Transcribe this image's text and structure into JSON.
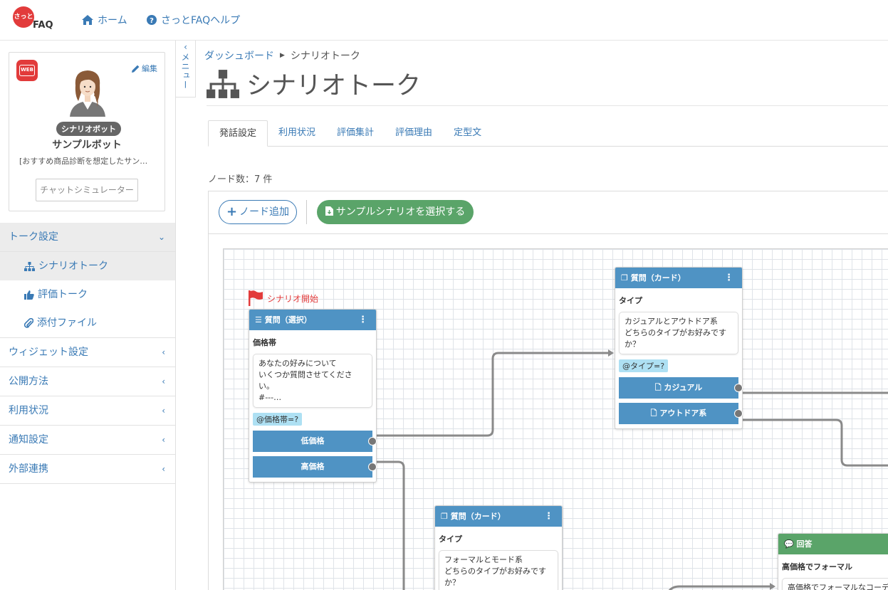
{
  "header": {
    "logo_char": "さっと",
    "logo_text": "FAQ",
    "nav": [
      {
        "label": "ホーム",
        "icon": "home-icon"
      },
      {
        "label": "さっとFAQヘルプ",
        "icon": "help-circle-icon"
      }
    ]
  },
  "bot": {
    "web_badge": "WEB",
    "edit_label": "編集",
    "badge": "シナリオボット",
    "name": "サンプルボット",
    "description": "[おすすめ商品診断を想定したサン…",
    "simulator_label": "チャットシミュレーター"
  },
  "sidebar": {
    "sections": [
      {
        "label": "トーク設定",
        "open": true
      },
      {
        "label": "ウィジェット設定"
      },
      {
        "label": "公開方法"
      },
      {
        "label": "利用状況"
      },
      {
        "label": "通知設定"
      },
      {
        "label": "外部連携"
      }
    ],
    "sub_items": [
      {
        "label": "シナリオトーク",
        "icon": "sitemap-icon",
        "active": true
      },
      {
        "label": "評価トーク",
        "icon": "thumbs-up-icon"
      },
      {
        "label": "添付ファイル",
        "icon": "paperclip-icon"
      }
    ],
    "menu_tab_label": "メニュー"
  },
  "breadcrumb": {
    "root": "ダッシュボード",
    "current": "シナリオトーク"
  },
  "page_title": "シナリオトーク",
  "tabs": [
    "発話設定",
    "利用状況",
    "評価集計",
    "評価理由",
    "定型文"
  ],
  "node_count": "ノード数：7 件",
  "toolbar": {
    "add_node": "ノード追加",
    "sample": "サンプルシナリオを選択する"
  },
  "start_label": "シナリオ開始",
  "nodes": {
    "price": {
      "head": "質問（選択）",
      "label": "価格帯",
      "message": "あなたの好みについて\nいくつか質問させてください。\n#---…",
      "var": "@価格帯=?",
      "options": [
        "低価格",
        "高価格"
      ]
    },
    "type_casual": {
      "head": "質問（カード）",
      "label": "タイプ",
      "message": "カジュアルとアウトドア系\nどちらのタイプがお好みです\nか？",
      "var": "@タイプ=?",
      "options": [
        "カジュアル",
        "アウトドア系"
      ]
    },
    "type_formal": {
      "head": "質問（カード）",
      "label": "タイプ",
      "message": "フォーマルとモード系\nどちらのタイプがお好みです\nか？"
    },
    "answer": {
      "head": "回答",
      "label": "高価格でフォーマル",
      "message": "高価格でフォーマルなコーデ"
    }
  },
  "colors": {
    "primary": "#3a7ab5",
    "node_blue": "#4f93c4",
    "green": "#5aa469",
    "red": "#e23b3b"
  }
}
